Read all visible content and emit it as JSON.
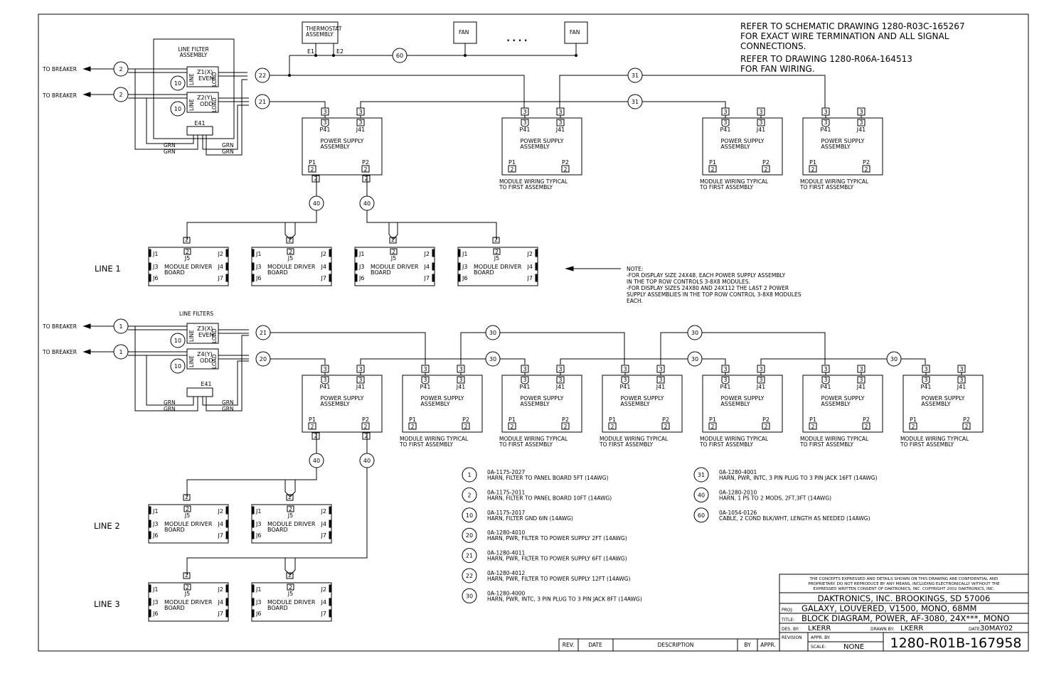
{
  "notes_top": [
    "REFER TO SCHEMATIC DRAWING 1280-R03C-165267",
    "FOR EXACT WIRE TERMINATION AND ALL SIGNAL",
    "CONNECTIONS.",
    "REFER TO DRAWING 1280-R06A-164513",
    "FOR FAN WIRING."
  ],
  "thermostat": [
    "THERMOSTAT",
    "ASSEMBLY"
  ],
  "fan_label": "FAN",
  "fan_dots": "• • • •",
  "e1": "E1",
  "e2": "E2",
  "to_breaker": "TO BREAKER",
  "line_filter_assembly": [
    "LINE FILTER",
    "ASSEMBLY"
  ],
  "line_filters": "LINE FILTERS",
  "filters_top": [
    {
      "name": "Z1(X)",
      "sub": "EVEN"
    },
    {
      "name": "Z2(Y)",
      "sub": "ODD"
    }
  ],
  "filters_bottom": [
    {
      "name": "Z3(X)",
      "sub": "EVEN"
    },
    {
      "name": "Z4(Y)",
      "sub": "ODD"
    }
  ],
  "filter_line": "LINE",
  "filter_load": "LOAD",
  "e41": "E41",
  "grn": "GRN",
  "cable_nums": {
    "c1": "1",
    "c2": "2",
    "c10": "10",
    "c20": "20",
    "c21": "21",
    "c22": "22",
    "c30": "30",
    "c31": "31",
    "c40": "40",
    "c60": "60",
    "c3": "3"
  },
  "psu": {
    "p41": "P41",
    "j41": "J41",
    "title1": "POWER SUPPLY",
    "title2": "ASSEMBLY",
    "p1": "P1",
    "p2": "P2",
    "pin": "2",
    "typical1": "MODULE WIRING TYPICAL",
    "typical2": "TO FIRST ASSEMBLY"
  },
  "module": {
    "j1": "J1",
    "j2": "J2",
    "j3": "J3",
    "j4": "J4",
    "j5": "J5",
    "j6": "J6",
    "j7": "J7",
    "title1": "MODULE DRIVER",
    "title2": "BOARD",
    "pin": "2"
  },
  "lines": [
    "LINE 1",
    "LINE 2",
    "LINE 3"
  ],
  "note": [
    "NOTE:",
    "-FOR DISPLAY SIZE 24X48, EACH POWER SUPPLY ASSEMBLY",
    "IN THE TOP ROW CONTROLS 3-8X8 MODULES.",
    "-FOR DISPLAY SIZES 24X80 AND 24X112 THE LAST 2 POWER",
    "SUPPLY ASSEMBLIES IN THE TOP ROW CONTROL 3-8X8 MODULES",
    "EACH."
  ],
  "legend_left": [
    {
      "num": "1",
      "part": "0A-1175-2027",
      "desc": "HARN, FILTER TO PANEL BOARD 5FT (14AWG)"
    },
    {
      "num": "2",
      "part": "0A-1175-2011",
      "desc": "HARN, FILTER TO PANEL BOARD 10FT (14AWG)"
    },
    {
      "num": "10",
      "part": "0A-1175-2017",
      "desc": "HARN, FILTER GND 6IN (14AWG)"
    },
    {
      "num": "20",
      "part": "0A-1280-4010",
      "desc": "HARN, PWR, FILTER TO POWER SUPPLY 2FT (14AWG)"
    },
    {
      "num": "21",
      "part": "0A-1280-4011",
      "desc": "HARN, PWR, FILTER TO POWER SUPPLY 6FT (14AWG)"
    },
    {
      "num": "22",
      "part": "0A-1280-4012",
      "desc": "HARN, PWR, FILTER TO POWER SUPPLY 12FT (14AWG)"
    },
    {
      "num": "30",
      "part": "0A-1280-4000",
      "desc": "HARN, PWR, INTC, 3 PIN PLUG TO 3 PIN JACK 8FT (14AWG)"
    }
  ],
  "legend_right": [
    {
      "num": "31",
      "part": "0A-1280-4001",
      "desc": "HARN, PWR, INTC, 3 PIN PLUG TO 3 PIN JACK 16FT (14AWG)"
    },
    {
      "num": "40",
      "part": "0A-1280-2010",
      "desc": "HARN, 1 PS TO 2 MODS, 2FT,3FT (14AWG)"
    },
    {
      "num": "60",
      "part": "0A-1054-0126",
      "desc": "CABLE, 2 COND BLK/WHT, LENGTH AS NEEDED (14AWG)"
    }
  ],
  "revision_table": {
    "rev": "REV.",
    "date": "DATE",
    "description": "DESCRIPTION",
    "by": "BY",
    "appr": "APPR."
  },
  "title_block": {
    "confidential": [
      "THE CONCEPTS EXPRESSED AND DETAILS SHOWN ON THIS DRAWING ARE CONFIDENTIAL AND",
      "PROPRIETARY. DO NOT REPRODUCE BY ANY MEANS, INCLUDING ELECTRONICALLY WITHOUT THE",
      "EXPRESSED WRITTEN CONSENT OF DAKTRONICS, INC.          COPYRIGHT 2002 DAKTRONICS, INC."
    ],
    "company": "DAKTRONICS, INC.   BROOKINGS, SD 57006",
    "proj_label": "PROJ:",
    "proj": "GALAXY, LOUVERED, V1500, MONO, 68MM",
    "title_label": "TITLE:",
    "title": "BLOCK DIAGRAM, POWER, AF-3080, 24X***, MONO",
    "des_label": "DES. BY:",
    "des": "LKERR",
    "drawn_label": "DRAWN BY:",
    "drawn": "LKERR",
    "date_label": "DATE:",
    "date": "30MAY02",
    "revision_label": "REVISION",
    "appr_label": "APPR. BY:",
    "scale_label": "SCALE:",
    "scale": "NONE",
    "drawing_no": "1280-R01B-167958"
  }
}
